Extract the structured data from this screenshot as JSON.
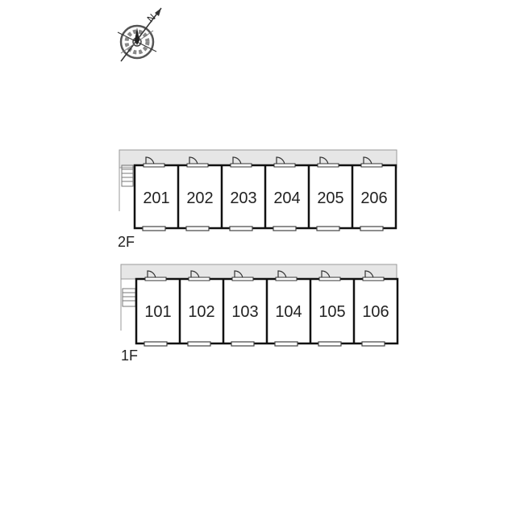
{
  "compass": {
    "icon": "north-arrow-icon",
    "letter": "N"
  },
  "floors": [
    {
      "label": "2F",
      "units": [
        "201",
        "202",
        "203",
        "204",
        "205",
        "206"
      ]
    },
    {
      "label": "1F",
      "units": [
        "101",
        "102",
        "103",
        "104",
        "105",
        "106"
      ]
    }
  ]
}
